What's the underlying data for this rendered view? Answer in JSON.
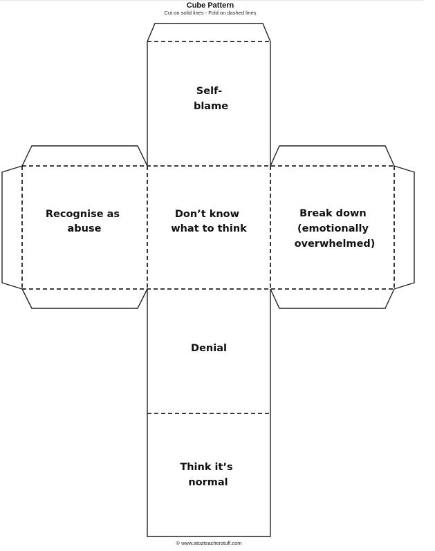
{
  "header": {
    "title": "Cube Pattern",
    "subtitle": "Cut on solid lines - Fold on dashed lines"
  },
  "faces": {
    "top": [
      "Self-",
      "blame"
    ],
    "left": [
      "Recognise as",
      "abuse"
    ],
    "center": [
      "Don’t know",
      "what to think"
    ],
    "right": [
      "Break down",
      "(emotionally",
      "overwhelmed)"
    ],
    "lower": [
      "Denial"
    ],
    "bottom": [
      "Think it’s",
      "normal"
    ]
  },
  "footer": {
    "credit": "© www.atozteacherstuff.com"
  }
}
